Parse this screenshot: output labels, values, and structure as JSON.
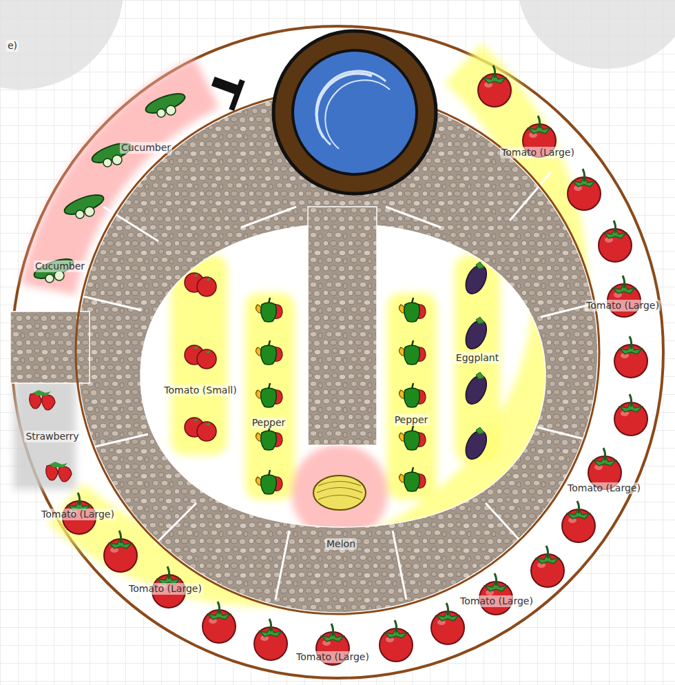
{
  "diagram": {
    "labels": [
      "e)",
      "Cucumber",
      "Tomato (Large)",
      "Cucumber",
      "Tomato (Large)",
      "Eggplant",
      "Tomato (Small)",
      "Pepper",
      "Pepper",
      "Strawberry",
      "Tomato (Large)",
      "Tomato (Large)",
      "Melon",
      "Tomato (Large)",
      "Tomato (Large)",
      "Tomato (Large)"
    ]
  }
}
